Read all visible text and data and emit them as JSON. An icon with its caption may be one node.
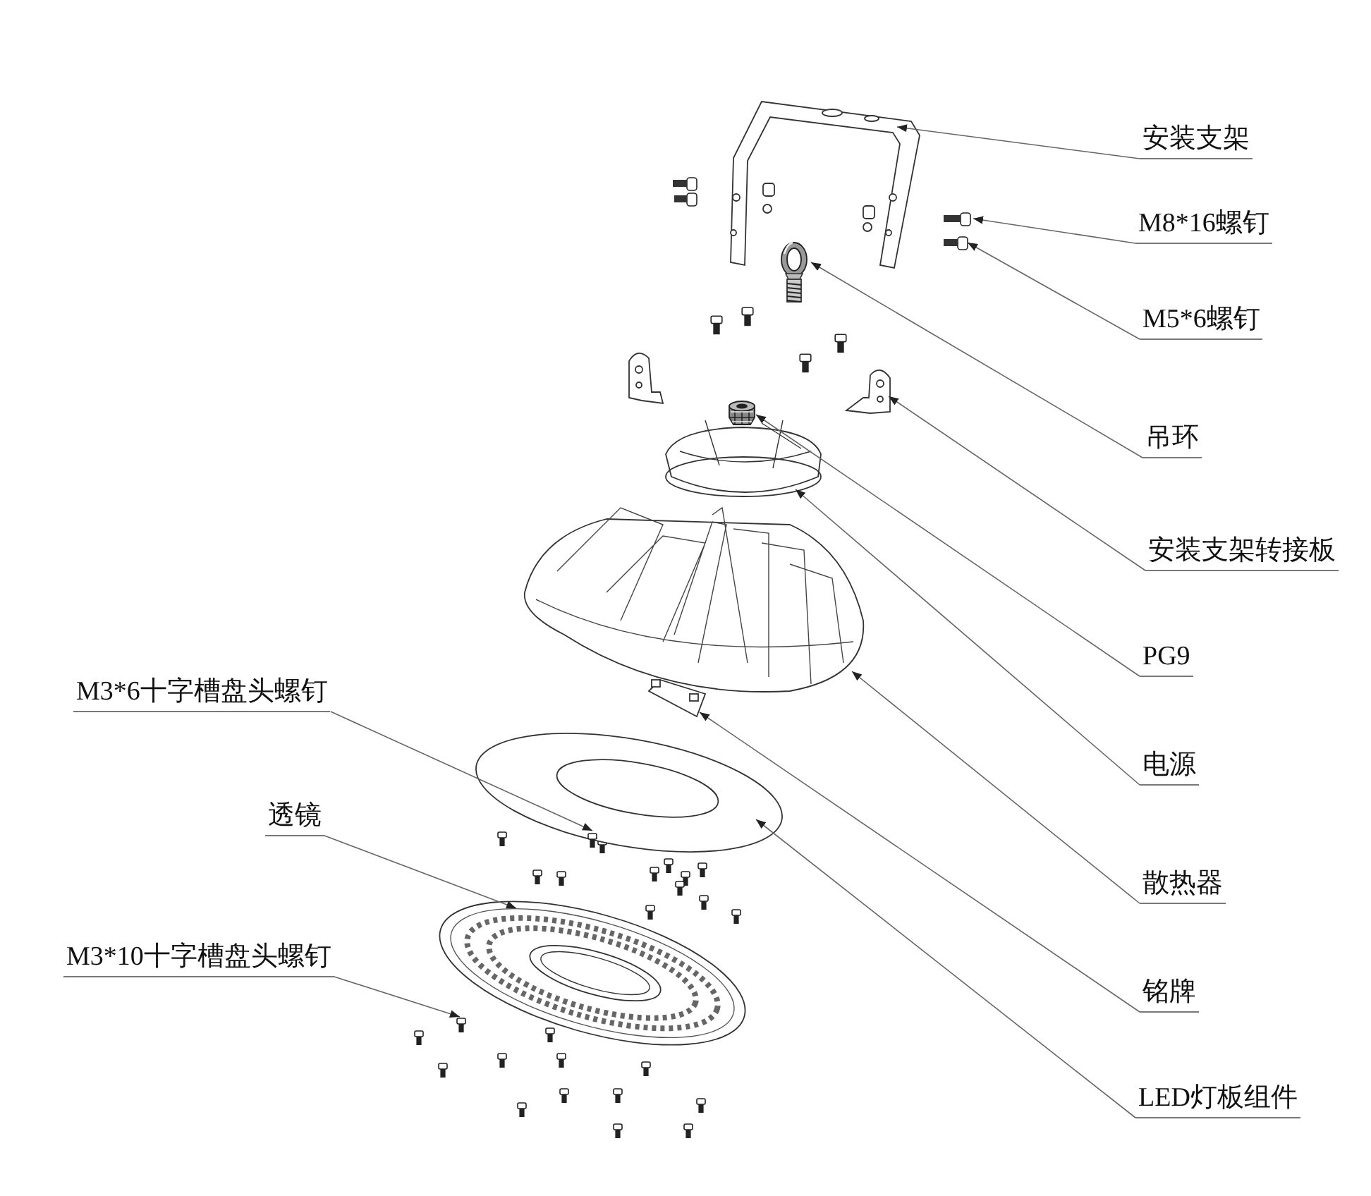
{
  "diagram": {
    "nodes": [
      {
        "text": [
          "安装支架"
        ]
      },
      {
        "text": [
          "M8*16螺钉"
        ]
      },
      {
        "text": [
          "M5*6螺钉"
        ]
      },
      {
        "text": [
          "吊环"
        ]
      },
      {
        "text": [
          "安装支架转接板"
        ]
      },
      {
        "text": [
          "PG9"
        ]
      },
      {
        "text": [
          "电源"
        ]
      },
      {
        "text": [
          "散热器"
        ]
      },
      {
        "text": [
          "铭牌"
        ]
      },
      {
        "text": [
          "LED灯板组件"
        ]
      },
      {
        "text": [
          "M3*6十字槽盘头螺钉"
        ]
      },
      {
        "text": [
          "透镜"
        ]
      },
      {
        "text": [
          "M3*10十字槽盘头螺钉"
        ]
      },
      {
        "text": [],
        "shape": "picture"
      },
      {
        "text": [],
        "shape": "picture"
      },
      {
        "text": [],
        "shape": "picture"
      },
      {
        "text": [],
        "shape": "picture"
      },
      {
        "text": [],
        "shape": "picture"
      },
      {
        "text": [],
        "shape": "picture"
      },
      {
        "text": [],
        "shape": "picture"
      },
      {
        "text": [],
        "shape": "picture"
      },
      {
        "text": [],
        "shape": "picture"
      },
      {
        "text": [],
        "shape": "picture"
      },
      {
        "text": [],
        "shape": "picture"
      },
      {
        "text": [],
        "shape": "picture"
      },
      {
        "text": [],
        "shape": "picture"
      }
    ],
    "edges": [
      {
        "from": 0,
        "to": 13,
        "arrow": "to"
      },
      {
        "from": 1,
        "to": 14,
        "arrow": "to"
      },
      {
        "from": 2,
        "to": 15,
        "arrow": "to"
      },
      {
        "from": 3,
        "to": 16,
        "arrow": "to"
      },
      {
        "from": 4,
        "to": 17,
        "arrow": "to"
      },
      {
        "from": 5,
        "to": 18,
        "arrow": "to"
      },
      {
        "from": 6,
        "to": 19,
        "arrow": "to"
      },
      {
        "from": 7,
        "to": 20,
        "arrow": "to"
      },
      {
        "from": 8,
        "to": 21,
        "arrow": "to"
      },
      {
        "from": 9,
        "to": 22,
        "arrow": "to"
      },
      {
        "from": 10,
        "to": 23,
        "arrow": "to"
      },
      {
        "from": 11,
        "to": 24,
        "arrow": "to"
      },
      {
        "from": 12,
        "to": 25,
        "arrow": "to"
      }
    ]
  }
}
